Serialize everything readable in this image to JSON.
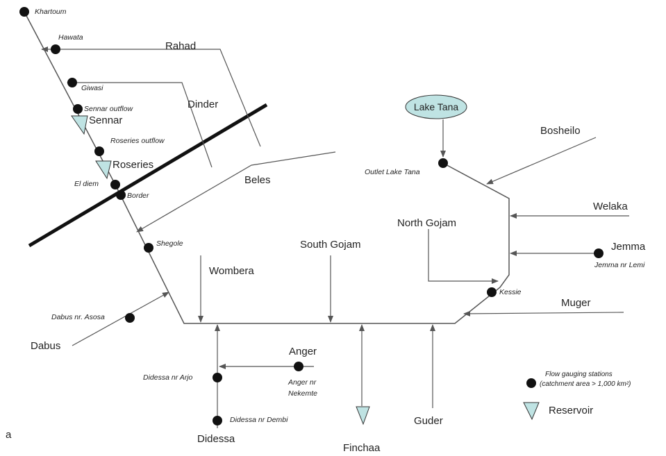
{
  "panel_label": "a",
  "colors": {
    "line": "#555555",
    "boundary": "#111111",
    "station": "#111111",
    "lake_fill": "#bfe3e3",
    "reservoir_fill": "#bfe3e3"
  },
  "lake": {
    "label": "Lake Tana"
  },
  "rivers": {
    "rahad": "Rahad",
    "dinder": "Dinder",
    "beles": "Beles",
    "bosheilo": "Bosheilo",
    "welaka": "Welaka",
    "jemma": "Jemma",
    "north_gojam": "North Gojam",
    "south_gojam": "South Gojam",
    "wombera": "Wombera",
    "muger": "Muger",
    "dabus": "Dabus",
    "anger": "Anger",
    "guder": "Guder",
    "finchaa": "Finchaa",
    "didessa": "Didessa"
  },
  "reservoirs": {
    "sennar": "Sennar",
    "roseries": "Roseries"
  },
  "stations": {
    "khartoum": "Khartoum",
    "hawata": "Hawata",
    "giwasi": "Giwasi",
    "sennar_outflow": "Sennar outflow",
    "roseries_outflow": "Roseries  outflow",
    "el_diem": "El diem",
    "border": "Border",
    "shegole": "Shegole",
    "outlet_lake_tana": "Outlet Lake Tana",
    "kessie": "Kessie",
    "jemma_nr_lemi": "Jemma nr Lemi",
    "dabus_nr_asosa": "Dabus nr. Asosa",
    "didessa_nr_arjo": "Didessa nr Arjo",
    "didessa_nr_dembi": "Didessa nr Dembi",
    "anger_nr_nekemte_1": "Anger nr",
    "anger_nr_nekemte_2": "Nekemte"
  },
  "legend": {
    "station_line1": "Flow gauging stations",
    "station_line2": "(catchment area > 1,000 km²)",
    "reservoir": "Reservoir"
  }
}
